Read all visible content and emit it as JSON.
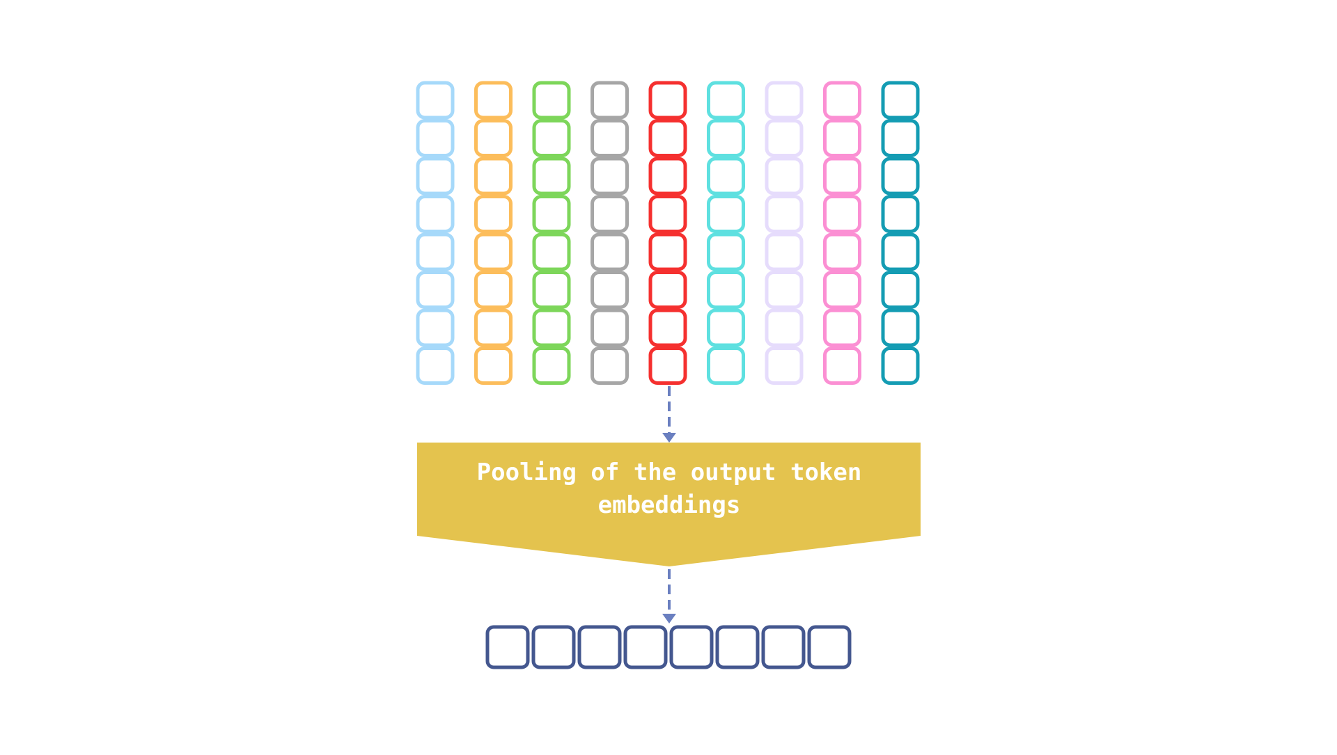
{
  "diagram": {
    "token_columns": [
      {
        "color": "#a6d9fa"
      },
      {
        "color": "#fcbd5b"
      },
      {
        "color": "#7dd65a"
      },
      {
        "color": "#a6a6a6"
      },
      {
        "color": "#f5302f"
      },
      {
        "color": "#5ee0e0"
      },
      {
        "color": "#e6dcfc"
      },
      {
        "color": "#fb8fd3"
      },
      {
        "color": "#149cb3"
      }
    ],
    "cells_per_column": 8,
    "pooling": {
      "label_line1": "Pooling of the output token",
      "label_line2": "embeddings",
      "fill_color": "#e4c34e",
      "text_color": "#ffffff"
    },
    "arrow_color": "#6a7fc0",
    "output": {
      "cell_count": 8,
      "color": "#44578f"
    }
  }
}
